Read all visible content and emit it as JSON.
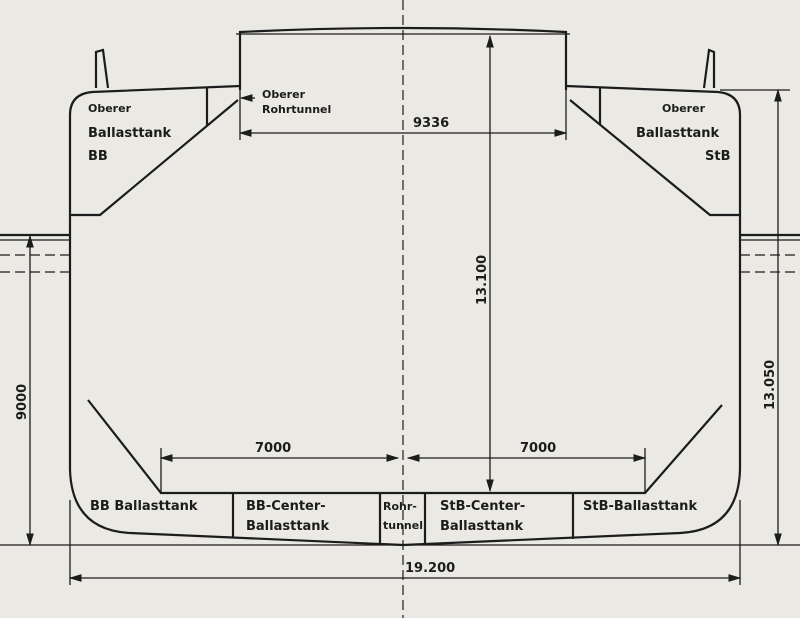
{
  "labels": {
    "upper_tank_port": [
      "Oberer",
      "Ballasttank",
      "BB"
    ],
    "upper_tank_stbd": [
      "Oberer",
      "Ballasttank",
      "StB"
    ],
    "upper_pipe_tunnel": [
      "Oberer",
      "Rohrtunnel"
    ],
    "port_ballast": "BB Ballasttank",
    "port_center": [
      "BB-Center-",
      "Ballasttank"
    ],
    "pipe_tunnel": [
      "Rohr-",
      "tunnel"
    ],
    "stbd_center": [
      "StB-Center-",
      "Ballasttank"
    ],
    "stbd_ballast": "StB-Ballasttank"
  },
  "dimensions": {
    "trunk_width": "9336",
    "depth_center": "13.100",
    "depth_side": "13.050",
    "draft": "9000",
    "center_tank_port": "7000",
    "center_tank_stbd": "7000",
    "beam": "19.200"
  }
}
